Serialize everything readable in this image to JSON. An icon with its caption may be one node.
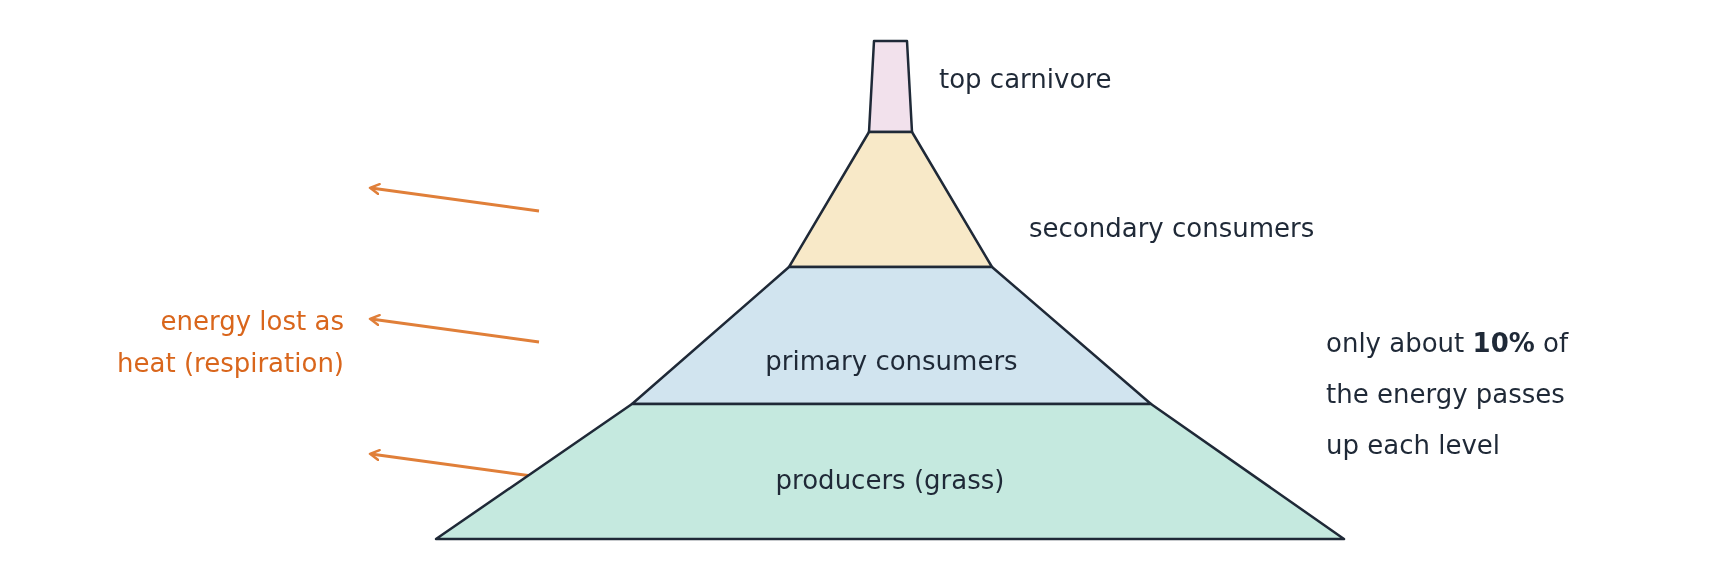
{
  "diagram": {
    "nodes": [
      {
        "text": [
          "top carnivore"
        ]
      },
      {
        "text": [
          "secondary consumers"
        ]
      },
      {
        "text": [
          "primary consumers"
        ]
      },
      {
        "text": [
          "producers (grass)"
        ]
      }
    ],
    "labels": [
      "energy lost as heat (respiration)",
      "only about **10%** of the energy passes up each level"
    ]
  }
}
